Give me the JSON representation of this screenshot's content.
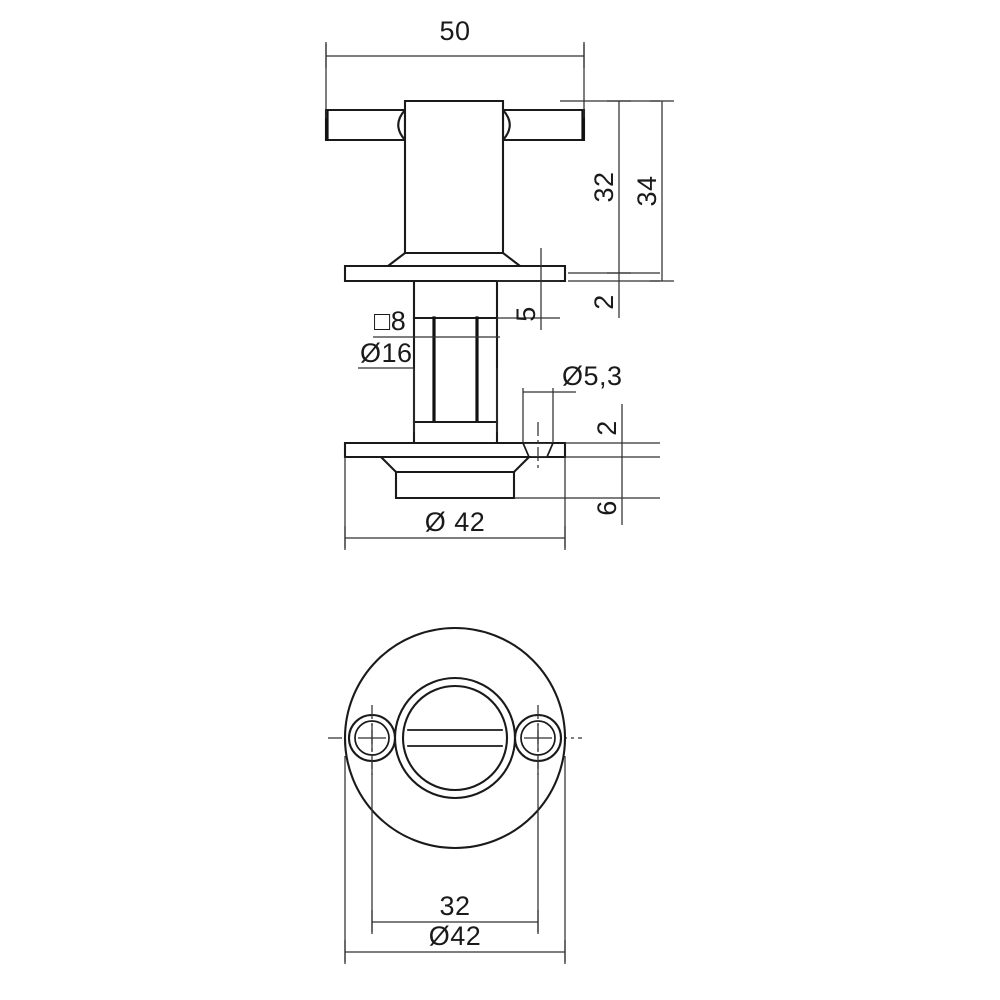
{
  "drawing": {
    "title": "Door rosette with T-bar turn knob - technical dimension drawing",
    "line_color": "#1a1a1a",
    "dim_color": "#303030",
    "background": "#ffffff",
    "units": "mm"
  },
  "views": {
    "side": {
      "name": "side-elevation-view",
      "description": "Side section elevation of T-bar knob, rosette plates and square spindle"
    },
    "bottom": {
      "name": "plan-view",
      "description": "Plan view of round rosette with two fixing screw holes and centre turn slot"
    }
  },
  "dimensions": {
    "overall_width": "50",
    "knob_height": "32",
    "total_height_knob_and_rosette": "34",
    "rosette_thickness_top": "2",
    "boss_height": "5",
    "square_spindle": "□8",
    "spindle_boss_diameter": "Ø16",
    "screw_hole_diameter": "Ø5,3",
    "rosette_thickness_bottom": "2",
    "rosette_skirt_height": "6",
    "rosette_diameter_side": "Ø 42",
    "hole_centre_distance": "32",
    "rosette_diameter_plan": "Ø42"
  }
}
